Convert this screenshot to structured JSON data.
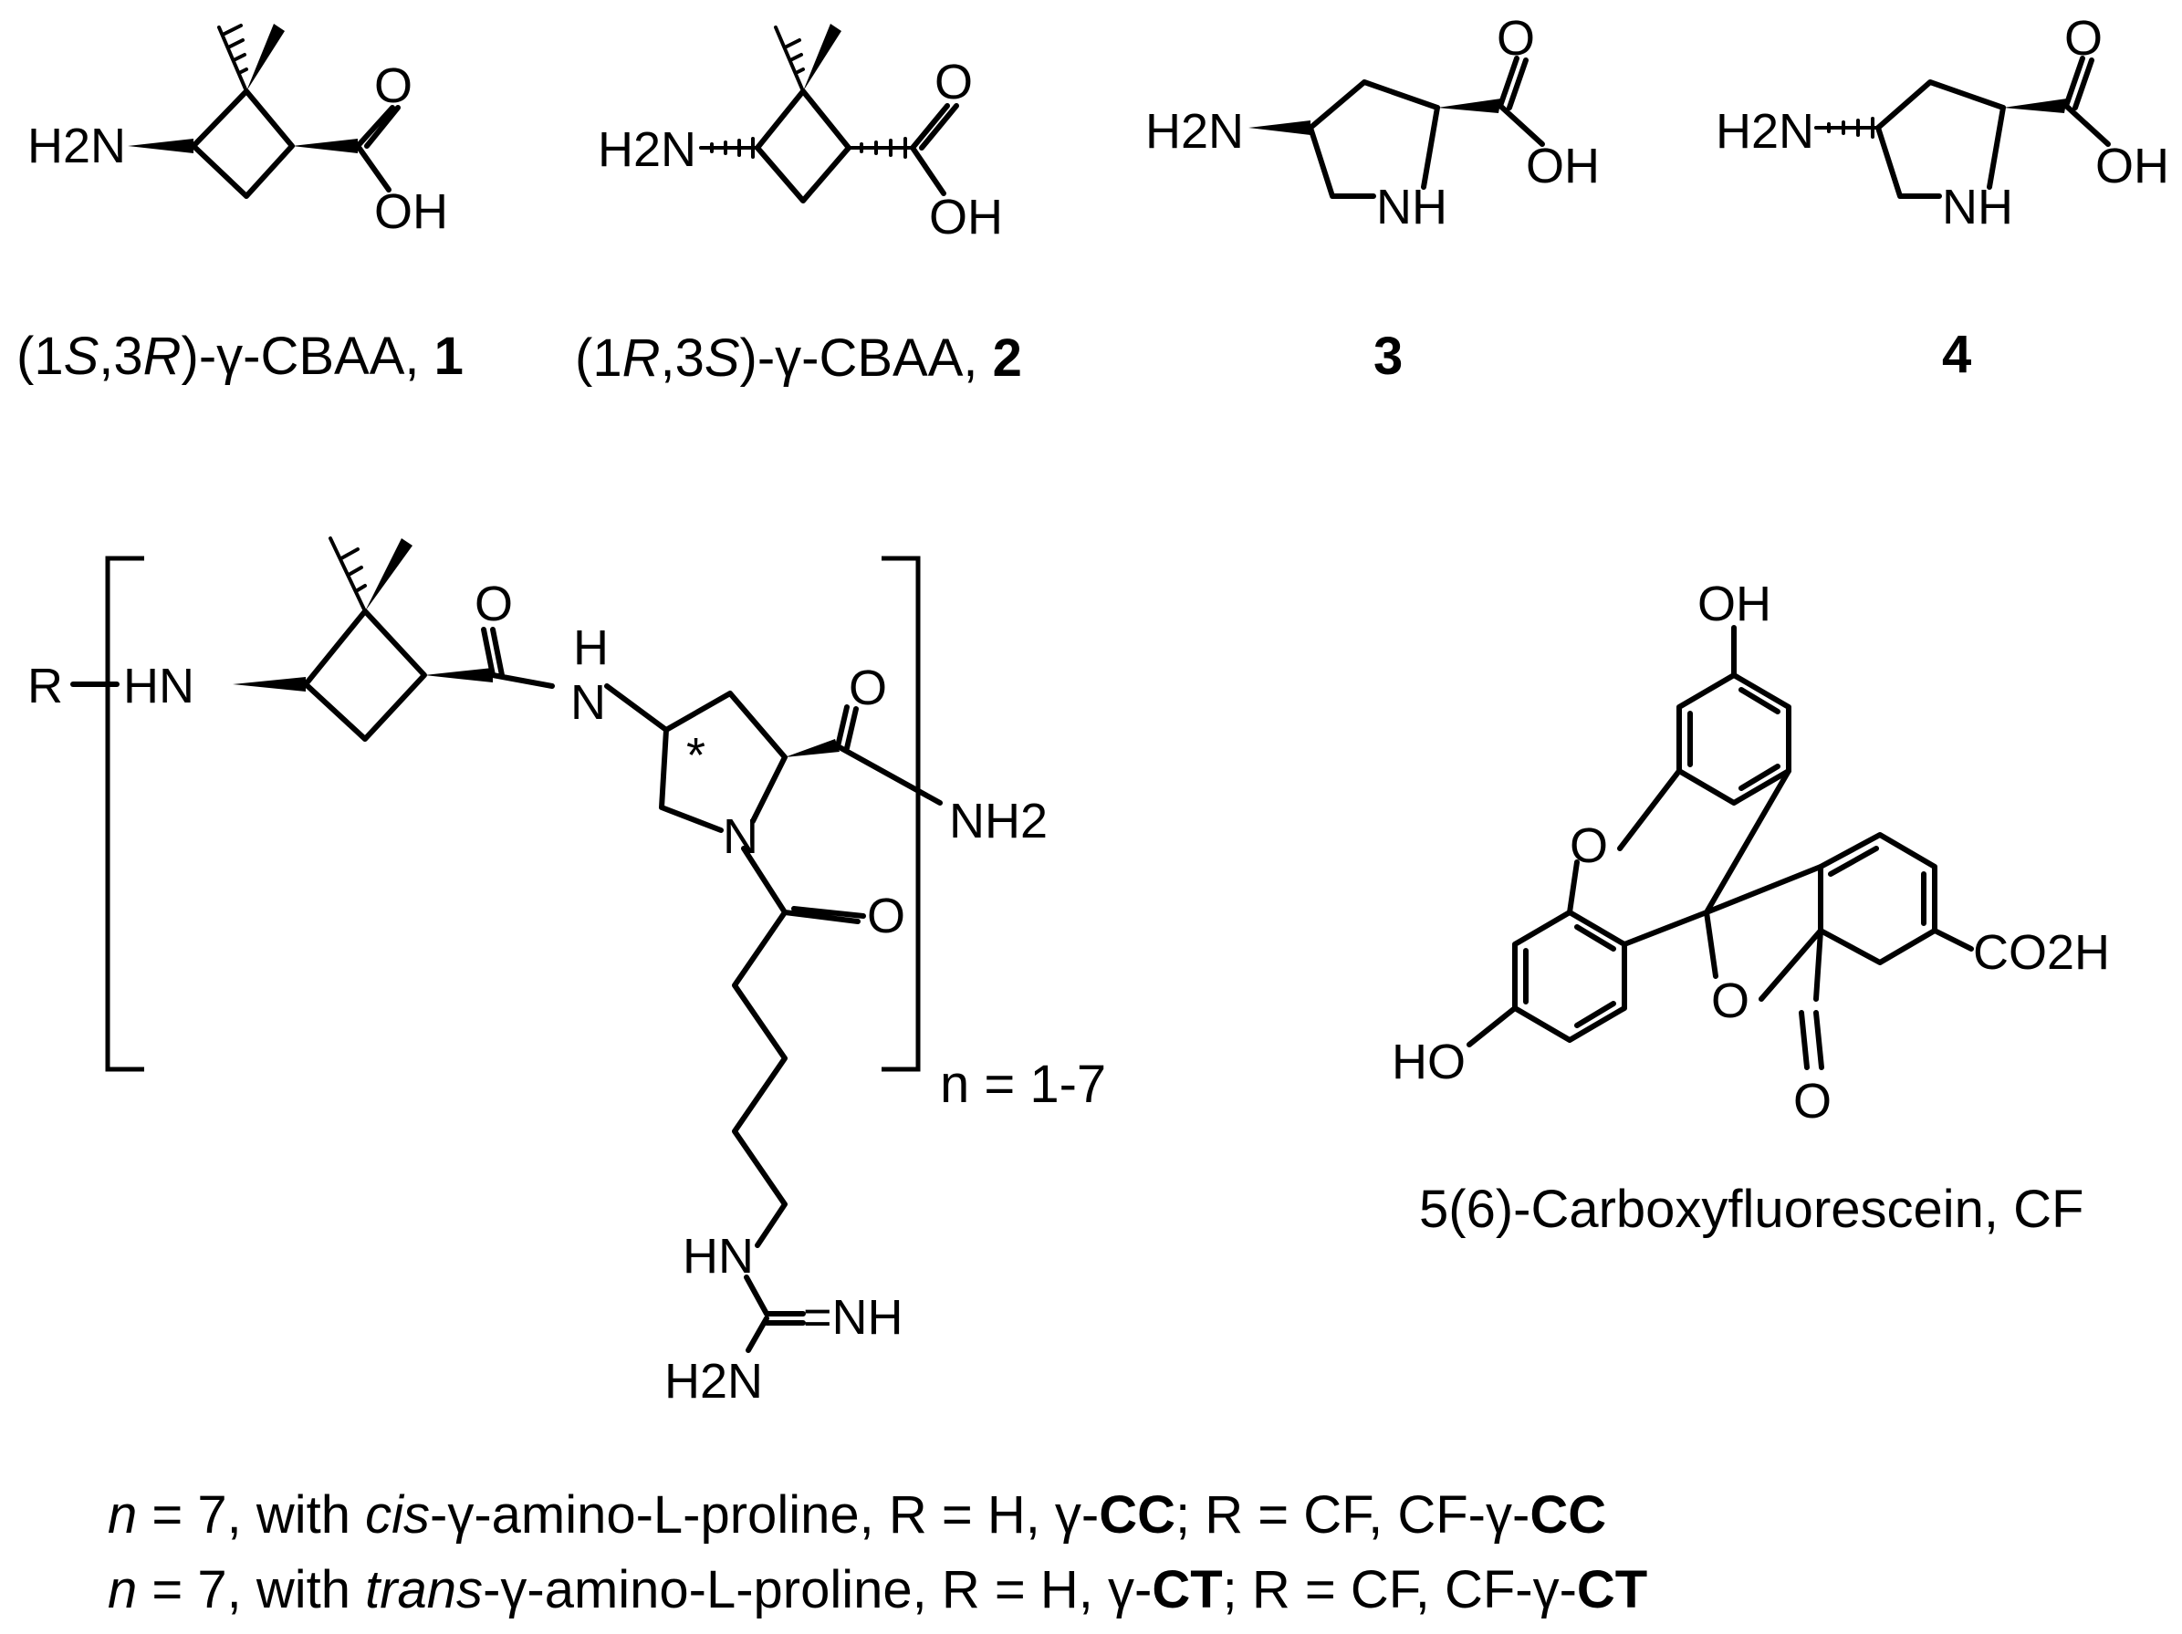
{
  "compounds": {
    "c1": {
      "atom_amine": "H2N",
      "atom_carbonyl_o": "O",
      "atom_hydroxyl": "OH",
      "caption": {
        "pre": "(1",
        "s1": "S",
        "mid": ",3",
        "s2": "R",
        "post": ")-γ-CBAA, ",
        "num": "1"
      }
    },
    "c2": {
      "atom_amine": "H2N",
      "atom_carbonyl_o": "O",
      "atom_hydroxyl": "OH",
      "caption": {
        "pre": "(1",
        "s1": "R",
        "mid": ",3",
        "s2": "S",
        "post": ")-γ-CBAA, ",
        "num": "2"
      }
    },
    "c3": {
      "atom_amine": "H2N",
      "atom_ring_n": "NH",
      "atom_carbonyl_o": "O",
      "atom_hydroxyl": "OH",
      "caption_num": "3"
    },
    "c4": {
      "atom_amine": "H2N",
      "atom_ring_n": "NH",
      "atom_carbonyl_o": "O",
      "atom_hydroxyl": "OH",
      "caption_num": "4"
    }
  },
  "oligomer": {
    "r_group": "R",
    "atom_hn": "HN",
    "atom_nh_h": "H",
    "atom_nh_n": "N",
    "atom_ring_n": "N",
    "atom_o1": "O",
    "atom_o2": "O",
    "atom_o3": "O",
    "atom_nh2": "NH2",
    "stereo_mark": "*",
    "guanidine": {
      "hn": "HN",
      "imine": "=NH",
      "amine": "H2N"
    },
    "repeat_label": "n = 1-7"
  },
  "fluorescein": {
    "atom_oh_top": "OH",
    "atom_ring_o": "O",
    "atom_lactone_o": "O",
    "atom_carbonyl_o": "O",
    "atom_ho_left": "HO",
    "atom_co2h": "CO2H",
    "caption": "5(6)-Carboxyfluorescein, CF"
  },
  "footer": {
    "line1": {
      "n": "n",
      "a": " = 7, with ",
      "b": "cis",
      "c": "-γ-amino-L-proline,    R = H, γ-",
      "d": "CC",
      "e": "; R = CF, CF-γ-",
      "f": "CC"
    },
    "line2": {
      "n": "n",
      "a": " = 7, with ",
      "b": "trans",
      "c": "-γ-amino-L-proline, R = H, γ-",
      "d": "CT",
      "e": "; R = CF, CF-γ-",
      "f": "CT"
    }
  },
  "colors": {
    "ink": "#000000",
    "background": "#ffffff"
  }
}
